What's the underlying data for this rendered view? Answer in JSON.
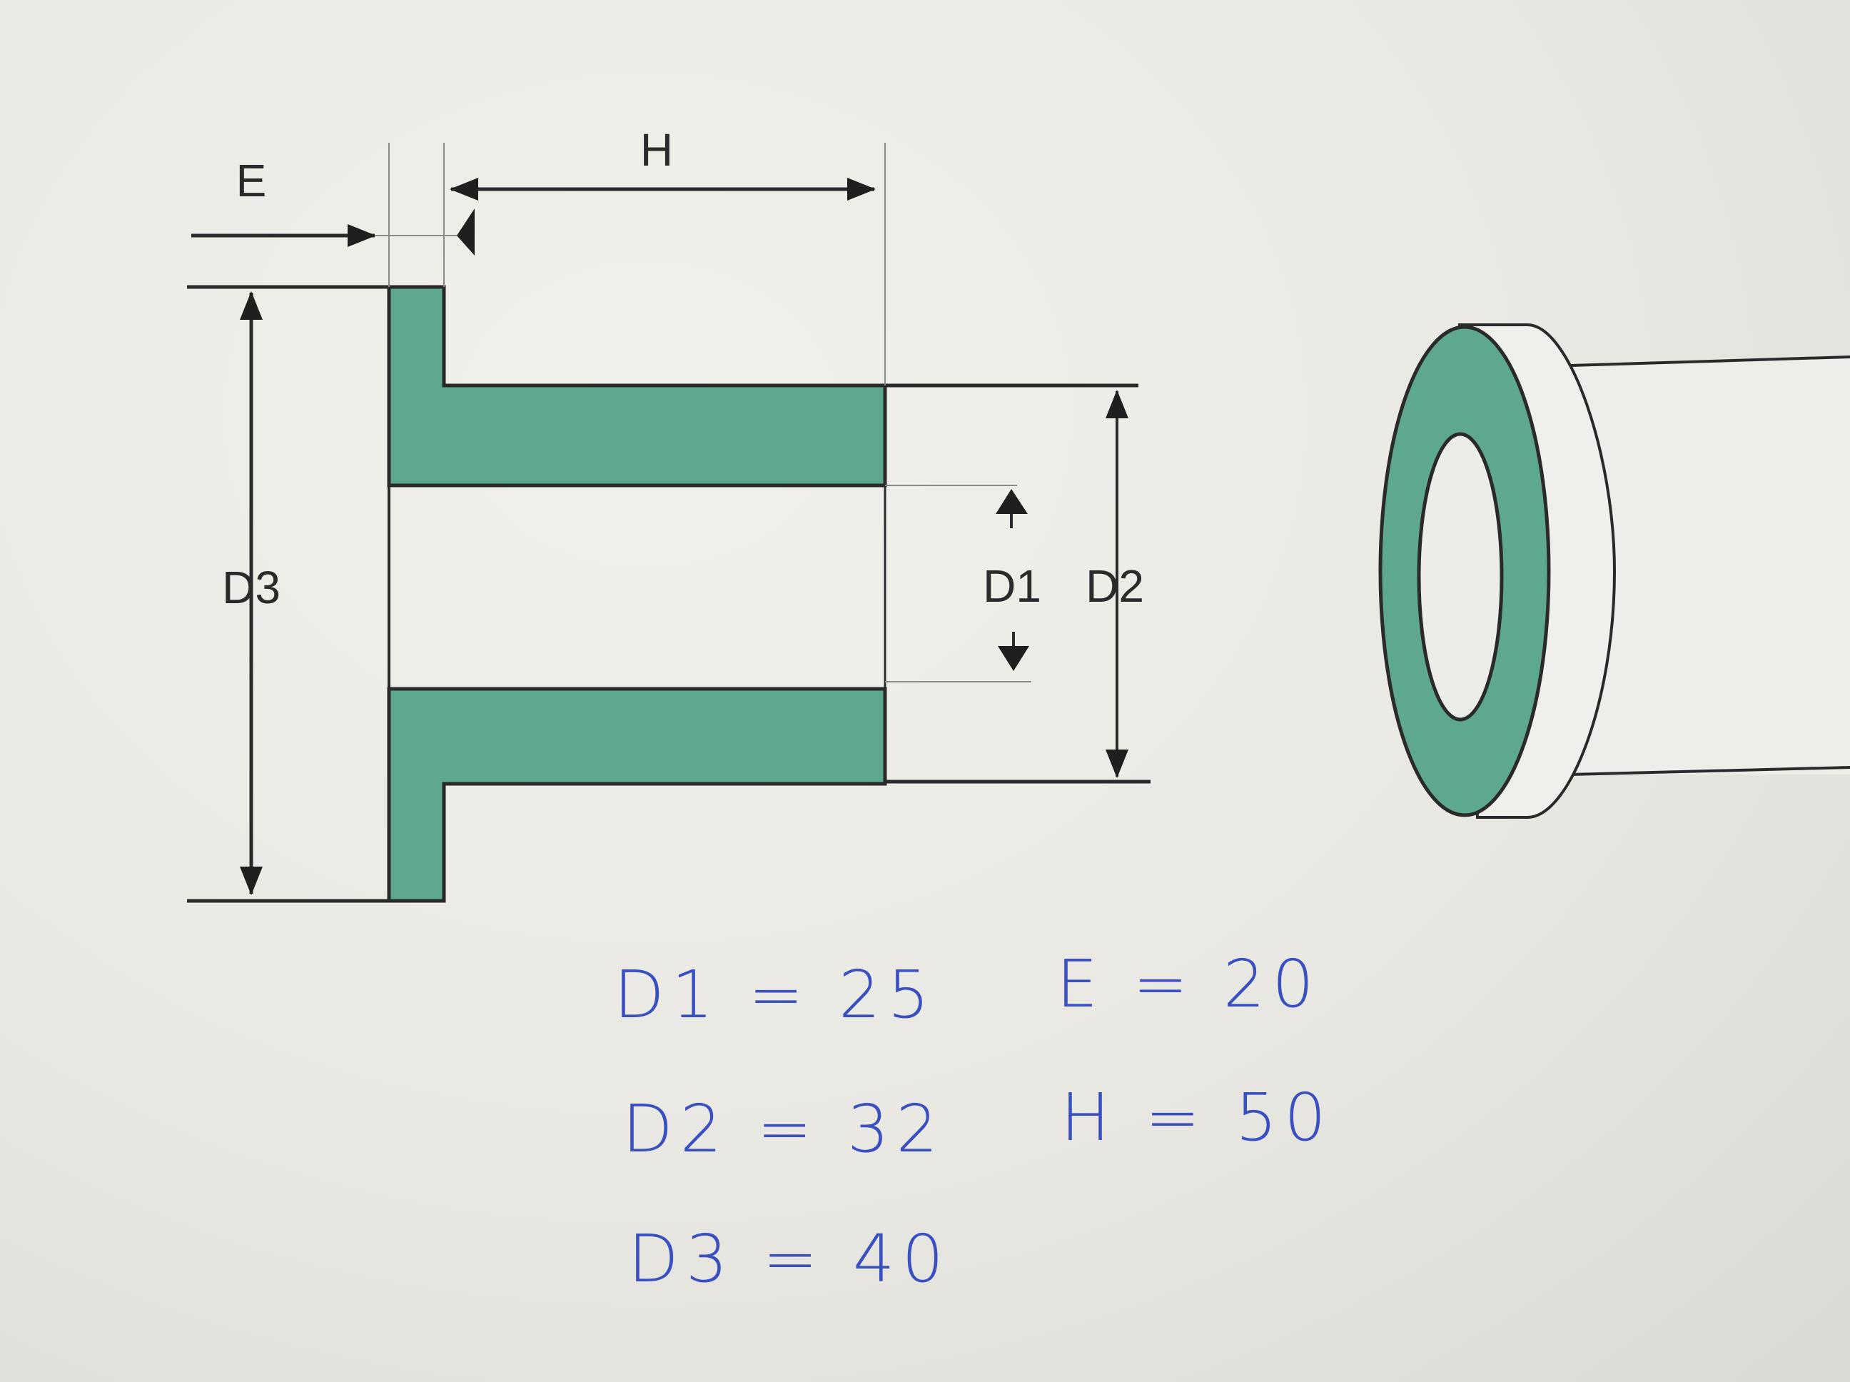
{
  "labels": {
    "e": "E",
    "h": "H",
    "d1": "D1",
    "d2": "D2",
    "d3": "D3"
  },
  "notes": {
    "d1": "D1 = 25",
    "d2": "D2 = 32",
    "d3": "D3 = 40",
    "e": "E = 20",
    "h": "H = 50"
  },
  "colors": {
    "section_fill": "#5fa890",
    "ink": "#2a2a2a",
    "handwriting": "#3a4fc0"
  }
}
